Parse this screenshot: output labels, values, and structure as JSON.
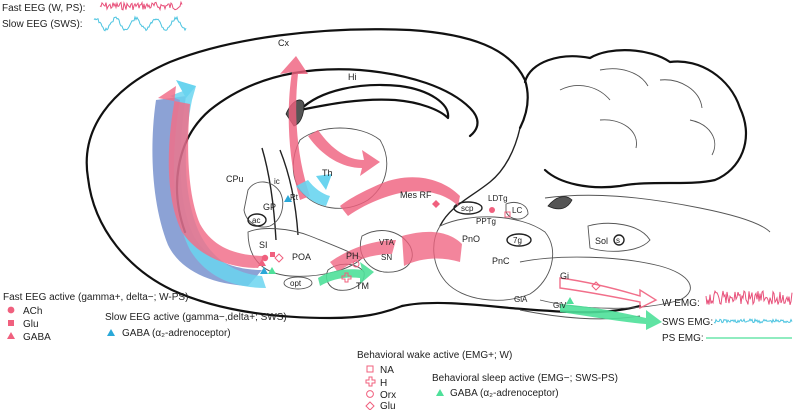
{
  "eeg": {
    "fast_label": "Fast  EEG (W, PS):",
    "slow_label": "Slow EEG (SWS):"
  },
  "regions": {
    "cx": "Cx",
    "hi": "Hi",
    "cpu": "CPu",
    "ic": "ic",
    "rt": "Rt",
    "th": "Th",
    "gp": "GP",
    "ac": "ac",
    "si": "SI",
    "poa": "POA",
    "opt": "opt",
    "ph": "PH",
    "tm": "TM",
    "vta": "VTA",
    "sn": "SN",
    "mes_rf": "Mes RF",
    "scp": "scp",
    "ldtg": "LDTg",
    "pptg": "PPTg",
    "lc": "LC",
    "pno": "PnO",
    "7g": "7g",
    "pnc": "PnC",
    "sol": "Sol",
    "s": "s",
    "gi": "Gi",
    "gia": "GiA",
    "giv": "GiV"
  },
  "emg": {
    "w": "W EMG:",
    "sws": "SWS EMG:",
    "ps": "PS EMG:"
  },
  "legend": {
    "fast_title": "Fast EEG active (gamma+, delta−; W-PS)",
    "ach": "ACh",
    "glu": "Glu",
    "gaba": "GABA",
    "slow_title": "Slow EEG active (gamma−,delta+;  SWS)",
    "slow_gaba": "GABA (α₂-adrenoceptor)",
    "wake_title": "Behavioral wake active (EMG+; W)",
    "na": "NA",
    "h": "H",
    "orx": "Orx",
    "wake_glu": "Glu",
    "sleep_title": "Behavioral sleep active (EMG−;  SWS-PS)",
    "sleep_gaba": "GABA (α₂-adrenoceptor)"
  },
  "colors": {
    "pink": "#f0607e",
    "cyan": "#5ad0ee",
    "blue": "#6a86c8",
    "green": "#4ee09a",
    "dark": "#222222"
  }
}
